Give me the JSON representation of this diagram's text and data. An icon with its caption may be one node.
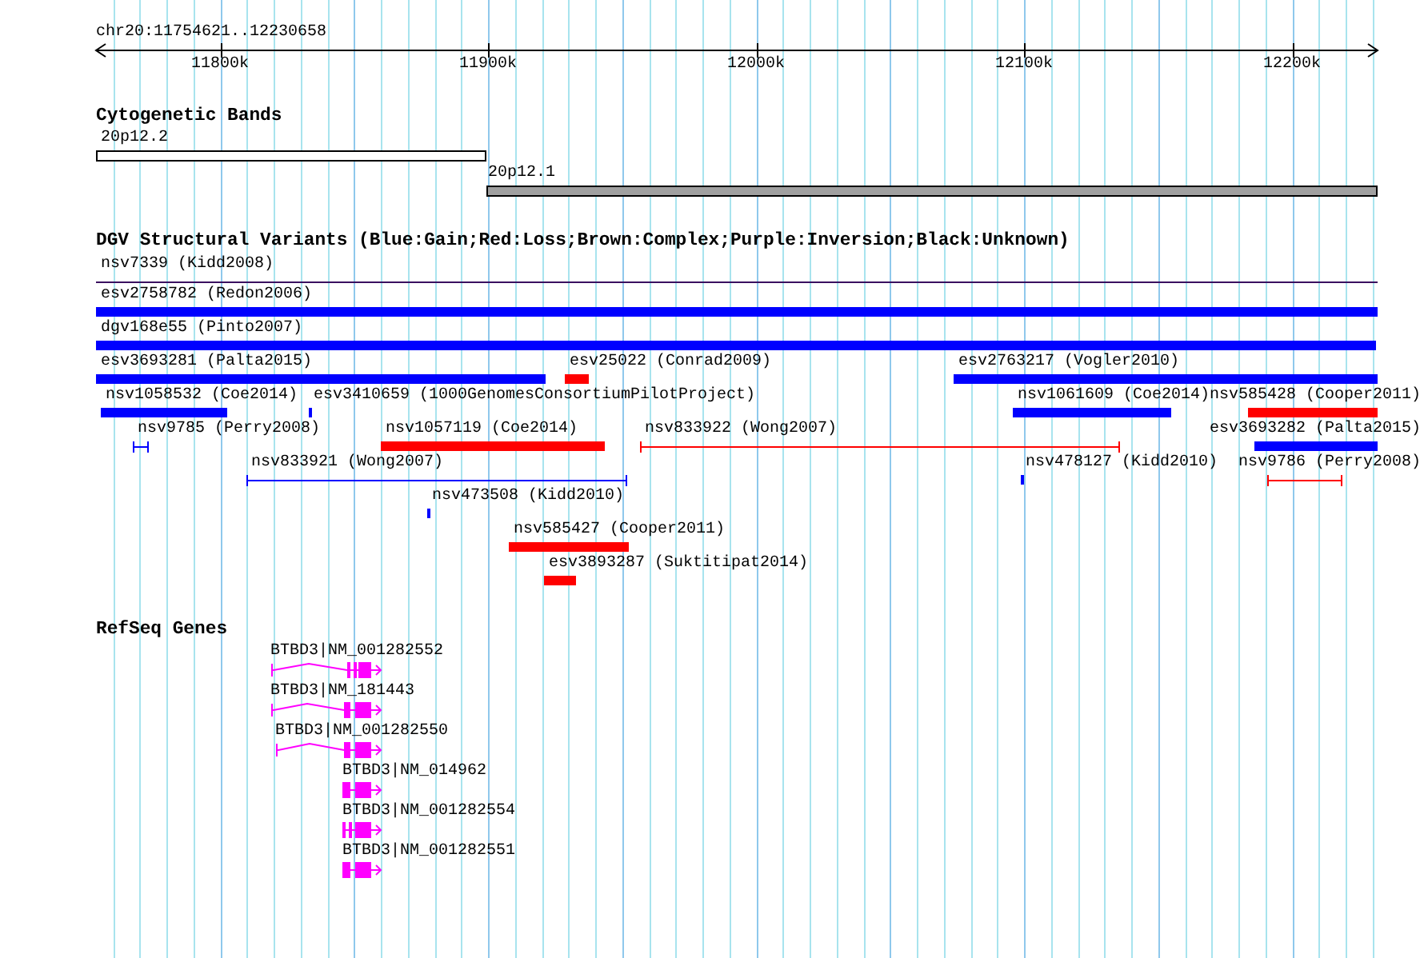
{
  "diagram": {
    "nodes": [
      {
        "text": [
          "20p12.2"
        ]
      },
      {
        "text": [
          "20p12.1"
        ]
      },
      {
        "text": [
          "nsv7339 (Kidd2008)"
        ]
      },
      {
        "text": [
          "esv2758782 (Redon2006)"
        ]
      },
      {
        "text": [
          "dgv168e55 (Pinto2007)"
        ]
      },
      {
        "text": [
          "esv3693281 (Palta2015)"
        ]
      },
      {
        "text": [
          "esv25022 (Conrad2009)"
        ]
      },
      {
        "text": [
          "esv2763217 (Vogler2010)"
        ]
      },
      {
        "text": [
          "nsv1058532 (Coe2014)"
        ]
      },
      {
        "text": [
          "esv3410659 (1000GenomesConsortiumPilotProject)"
        ]
      },
      {
        "text": [
          "nsv1061609 (Coe2014)"
        ]
      },
      {
        "text": [
          "nsv585428 (Cooper2011)"
        ]
      },
      {
        "text": [
          "nsv9785 (Perry2008)"
        ]
      },
      {
        "text": [
          "nsv1057119 (Coe2014)"
        ]
      },
      {
        "text": [
          "nsv833922 (Wong2007)"
        ]
      },
      {
        "text": [
          "esv3693282 (Palta2015)"
        ]
      },
      {
        "text": [
          "nsv833921 (Wong2007)"
        ]
      },
      {
        "text": [
          "nsv478127 (Kidd2010)"
        ]
      },
      {
        "text": [
          "nsv9786 (Perry2008)"
        ]
      },
      {
        "text": [
          "nsv473508 (Kidd2010)"
        ]
      },
      {
        "text": [
          "nsv585427 (Cooper2011)"
        ]
      },
      {
        "text": [
          "esv3893287 (Suktitipat2014)"
        ]
      },
      {
        "text": [
          "BTBD3|NM_001282552"
        ]
      },
      {
        "text": [
          "BTBD3|NM_181443"
        ]
      },
      {
        "text": [
          "BTBD3|NM_001282550"
        ]
      },
      {
        "text": [
          "BTBD3|NM_014962"
        ]
      },
      {
        "text": [
          "BTBD3|NM_001282554"
        ]
      },
      {
        "text": [
          "BTBD3|NM_001282551"
        ]
      }
    ],
    "labels": [
      "chr20:11754621..12230658",
      "11800k",
      "11900k",
      "12000k",
      "12100k",
      "12200k",
      "Cytogenetic Bands",
      "DGV Structural Variants (Blue:Gain;Red:Loss;Brown:Complex;Purple:Inversion;Black:Unknown)",
      "RefSeq Genes"
    ]
  }
}
